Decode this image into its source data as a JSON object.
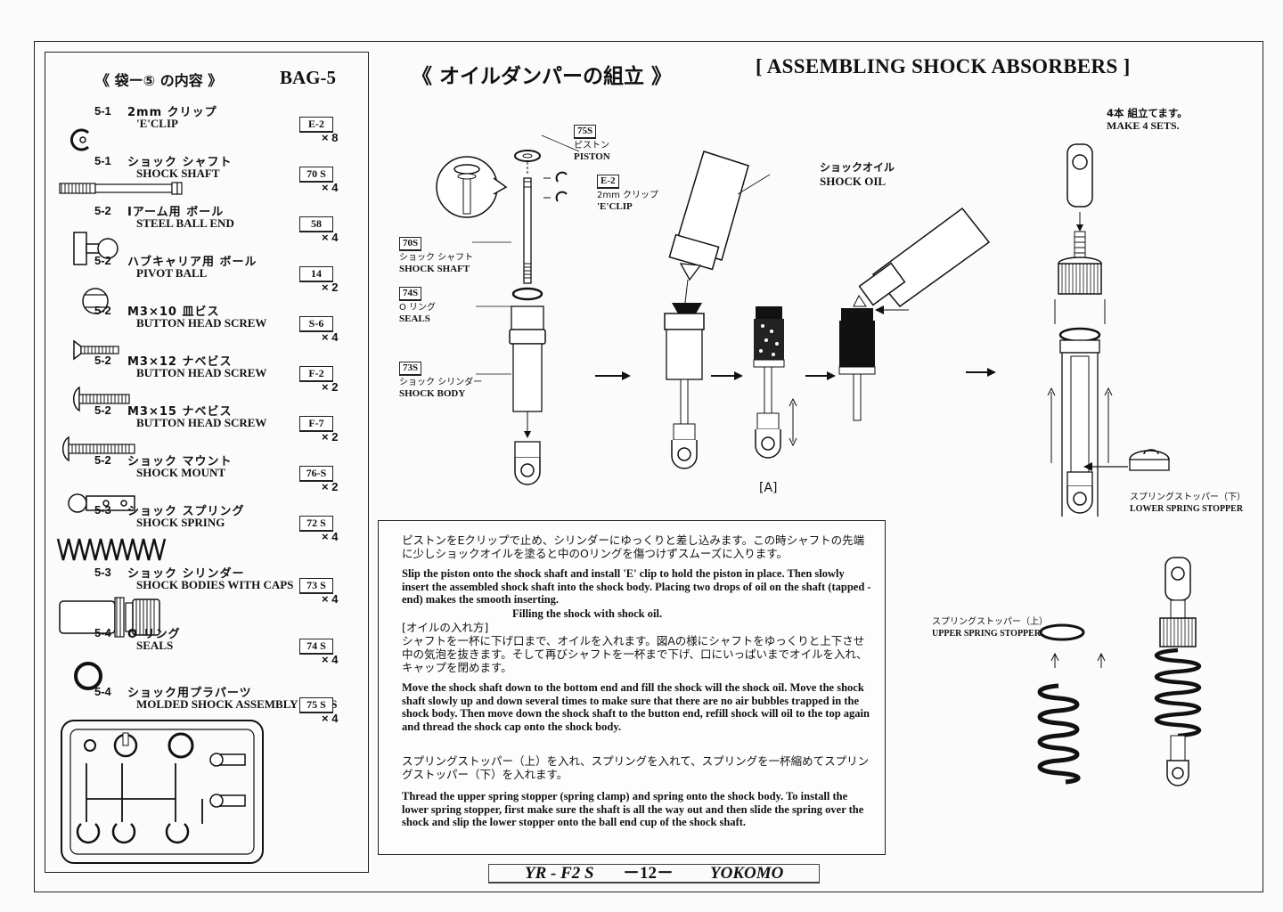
{
  "parts_list": {
    "header_jp": "《 袋ー⑤ の内容 》",
    "header_en": "BAG-5",
    "items": [
      {
        "num": "5-1",
        "jp": "2mm クリップ",
        "en": "'E'CLIP",
        "code": "E-2",
        "qty": "× 8"
      },
      {
        "num": "5-1",
        "jp": "ショック シャフト",
        "en": "SHOCK SHAFT",
        "code": "70 S",
        "qty": "× 4"
      },
      {
        "num": "5-2",
        "jp": "Iアーム用 ボール",
        "en": "STEEL BALL END",
        "code": "58",
        "qty": "× 4"
      },
      {
        "num": "5-2",
        "jp": "ハブキャリア用 ボール",
        "en": "PIVOT BALL",
        "code": "14",
        "qty": "× 2"
      },
      {
        "num": "5-2",
        "jp": "M3×10 皿ビス",
        "en": "BUTTON HEAD SCREW",
        "code": "S-6",
        "qty": "× 4"
      },
      {
        "num": "5-2",
        "jp": "M3×12 ナベビス",
        "en": "BUTTON HEAD SCREW",
        "code": "F-2",
        "qty": "× 2"
      },
      {
        "num": "5-2",
        "jp": "M3×15 ナベビス",
        "en": "BUTTON HEAD SCREW",
        "code": "F-7",
        "qty": "× 2"
      },
      {
        "num": "5-2",
        "jp": "ショック マウント",
        "en": "SHOCK MOUNT",
        "code": "76-S",
        "qty": "× 2"
      },
      {
        "num": "5-3",
        "jp": "ショック スプリング",
        "en": "SHOCK SPRING",
        "code": "72 S",
        "qty": "× 4"
      },
      {
        "num": "5-3",
        "jp": "ショック シリンダー",
        "en": "SHOCK BODIES WITH CAPS",
        "code": "73 S",
        "qty": "× 4"
      },
      {
        "num": "5-4",
        "jp": "O リング",
        "en": "SEALS",
        "code": "74 S",
        "qty": "× 4"
      },
      {
        "num": "5-4",
        "jp": "ショック用プラパーツ",
        "en": "MOLDED SHOCK ASSEMBLY PARTS",
        "code": "75 S",
        "qty": "× 4"
      }
    ]
  },
  "title": {
    "jp": "《 オイルダンパーの組立 》",
    "en": "[ ASSEMBLING SHOCK ABSORBERS ]"
  },
  "callouts": {
    "piston": {
      "code": "75S",
      "jp": "ピストン",
      "en": "PISTON"
    },
    "eclip": {
      "code": "E-2",
      "jp": "2mm クリップ",
      "en": "'E'CLIP"
    },
    "shaft": {
      "code": "70S",
      "jp": "ショック シャフト",
      "en": "SHOCK SHAFT"
    },
    "seals": {
      "code": "74S",
      "jp": "O リング",
      "en": "SEALS"
    },
    "body": {
      "code": "73S",
      "jp": "ショック シリンダー",
      "en": "SHOCK BODY"
    },
    "oil": {
      "jp": "ショックオイル",
      "en": "SHOCK OIL"
    },
    "step_a": "[A]",
    "make4_jp": "4本 組立てます。",
    "make4_en": "MAKE 4 SETS.",
    "lower_stopper_jp": "スプリングストッパー（下）",
    "lower_stopper_en": "LOWER SPRING STOPPER",
    "upper_stopper_jp": "スプリングストッパー（上）",
    "upper_stopper_en": "UPPER SPRING STOPPER"
  },
  "instructions": {
    "p1_jp": "ピストンをEクリップで止め、シリンダーにゆっくりと差し込みます。この時シャフトの先端に少しショックオイルを塗ると中のOリングを傷つけずスムーズに入ります。",
    "p1_en": "Slip the piston onto the shock shaft and install 'E' clip to hold the piston in place. Then slowly insert the assembled shock shaft into the shock body. Placing two drops of oil on the shaft (tapped - end) makes the smooth inserting.",
    "p1_en_last": "Filling the shock with shock oil.",
    "p2_head": "[オイルの入れ方]",
    "p2_jp": "シャフトを一杯に下げ口まで、オイルを入れます。図Aの様にシャフトをゆっくりと上下させ中の気泡を抜きます。そして再びシャフトを一杯まで下げ、口にいっぱいまでオイルを入れ、キャップを閉めます。",
    "p2_en": "Move the shock shaft down to the bottom end and fill the shock will the shock oil. Move the shock shaft slowly up and down several times to make sure that there are no air bubbles trapped in the shock body. Then move down the shock shaft to the button end, refill shock will oil to the top again and thread the shock cap onto the shock body.",
    "p3_jp": "スプリングストッパー（上）を入れ、スプリングを入れて、スプリングを一杯縮めてスプリングストッパー（下）を入れます。",
    "p3_en": "Thread the upper spring stopper (spring clamp) and spring onto the shock body. To install the lower spring stopper, first make sure the shaft is all the way out and then slide the spring over the shock and slip the lower stopper onto the ball end cup of the shock shaft."
  },
  "footer": {
    "model": "YR - F2 S",
    "page": "－12－",
    "brand": "YOKOMO"
  }
}
